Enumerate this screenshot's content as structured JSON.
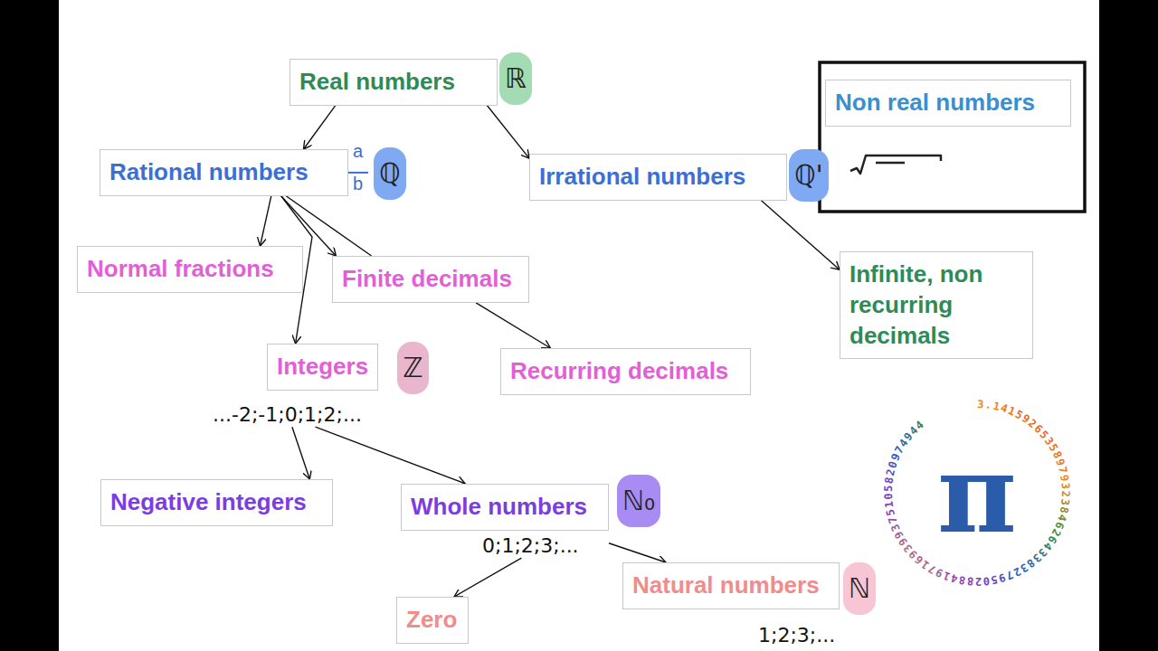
{
  "diagram": {
    "nodes": [
      {
        "text": [
          "Real numbers"
        ]
      },
      {
        "text": [
          "ℝ"
        ]
      },
      {
        "text": [
          "Rational numbers"
        ]
      },
      {
        "text": [
          "ℚ"
        ]
      },
      {
        "text": [
          "Irrational numbers"
        ]
      },
      {
        "text": [
          "ℚ'"
        ]
      },
      {
        "text": [
          "Non real numbers"
        ]
      },
      {
        "text": [
          "Normal fractions"
        ]
      },
      {
        "text": [
          "Finite decimals"
        ]
      },
      {
        "text": [
          "Integers",
          "...-2;-1;0;1;2;..."
        ]
      },
      {
        "text": [
          "ℤ"
        ]
      },
      {
        "text": [
          "Recurring decimals"
        ]
      },
      {
        "text": [
          "Infinite, non recurring decimals"
        ]
      },
      {
        "text": [
          "Negative integers"
        ]
      },
      {
        "text": [
          "Whole numbers",
          "0;1;2;3;..."
        ]
      },
      {
        "text": [
          "ℕ₀"
        ]
      },
      {
        "text": [
          "Zero"
        ]
      },
      {
        "text": [
          "Natural numbers",
          "1;2;3;..."
        ]
      },
      {
        "text": [
          "ℕ"
        ]
      }
    ],
    "edges": [
      {
        "from": 0,
        "to": 2,
        "arrow": "to"
      },
      {
        "from": 0,
        "to": 4,
        "arrow": "to"
      },
      {
        "from": 2,
        "to": 7,
        "arrow": "to"
      },
      {
        "from": 2,
        "to": 9,
        "arrow": "to"
      },
      {
        "from": 2,
        "to": 8,
        "arrow": "to"
      },
      {
        "from": 2,
        "to": 8,
        "arrow": "none"
      },
      {
        "from": 8,
        "to": 11,
        "arrow": "to"
      },
      {
        "from": 4,
        "to": 12,
        "arrow": "to"
      },
      {
        "from": 9,
        "to": 13,
        "arrow": "to"
      },
      {
        "from": 9,
        "to": 14,
        "arrow": "to"
      },
      {
        "from": 14,
        "to": 16,
        "arrow": "to"
      },
      {
        "from": 14,
        "to": 17,
        "arrow": "to"
      }
    ],
    "labels": [
      "a",
      "b",
      "π",
      "3.141592653589793238462643383279502884197169399375105820974944"
    ]
  }
}
